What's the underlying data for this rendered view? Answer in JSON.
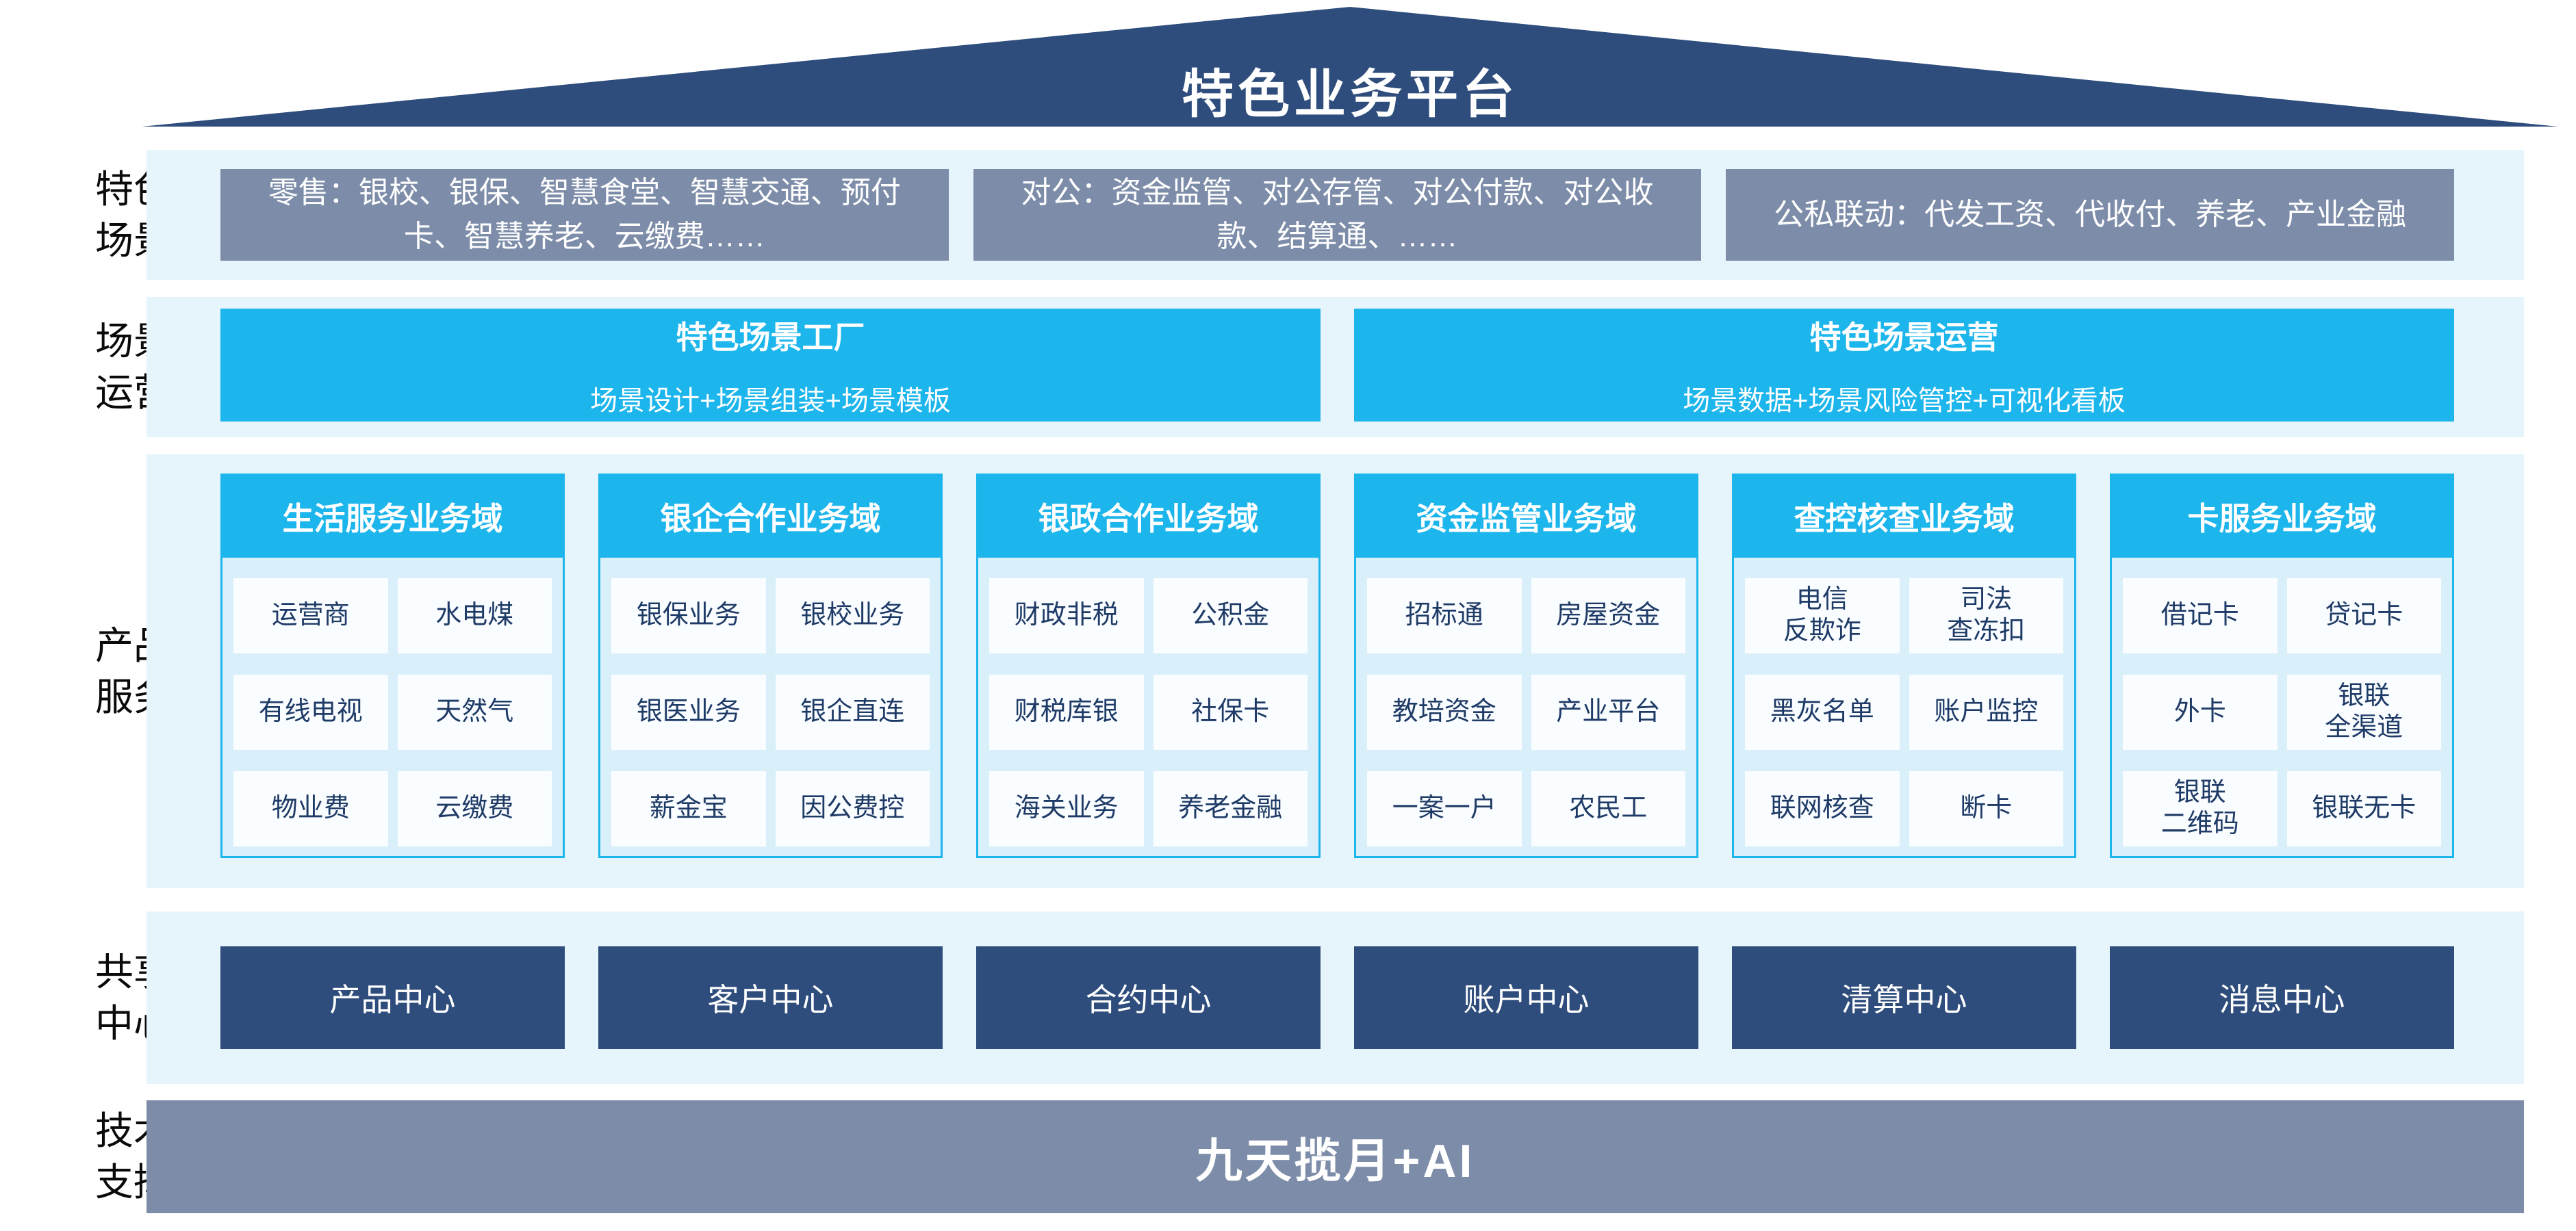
{
  "roof": {
    "title": "特色业务平台"
  },
  "scene_row": {
    "label": "特色\n场景",
    "boxes": [
      "零售：银校、银保、智慧食堂、智慧交通、预付卡、智慧养老、云缴费……",
      "对公：资金监管、对公存管、对公付款、对公收款、结算通、……",
      "公私联动：代发工资、代收付、养老、产业金融"
    ]
  },
  "operation_row": {
    "label": "场景\n运营",
    "boxes": [
      {
        "title": "特色场景工厂",
        "subtitle": "场景设计+场景组装+场景模板"
      },
      {
        "title": "特色场景运营",
        "subtitle": "场景数据+场景风险管控+可视化看板"
      }
    ]
  },
  "product_row": {
    "label": "产品\n服务",
    "domains": [
      {
        "title": "生活服务业务域",
        "items": [
          "运营商",
          "水电煤",
          "有线电视",
          "天然气",
          "物业费",
          "云缴费"
        ]
      },
      {
        "title": "银企合作业务域",
        "items": [
          "银保业务",
          "银校业务",
          "银医业务",
          "银企直连",
          "薪金宝",
          "因公费控"
        ]
      },
      {
        "title": "银政合作业务域",
        "items": [
          "财政非税",
          "公积金",
          "财税库银",
          "社保卡",
          "海关业务",
          "养老金融"
        ]
      },
      {
        "title": "资金监管业务域",
        "items": [
          "招标通",
          "房屋资金",
          "教培资金",
          "产业平台",
          "一案一户",
          "农民工"
        ]
      },
      {
        "title": "查控核查业务域",
        "items": [
          "电信\n反欺诈",
          "司法\n查冻扣",
          "黑灰名单",
          "账户监控",
          "联网核查",
          "断卡"
        ]
      },
      {
        "title": "卡服务业务域",
        "items": [
          "借记卡",
          "贷记卡",
          "外卡",
          "银联\n全渠道",
          "银联\n二维码",
          "银联无卡"
        ]
      }
    ]
  },
  "share_row": {
    "label": "共享\n中心",
    "centers": [
      "产品中心",
      "客户中心",
      "合约中心",
      "账户中心",
      "清算中心",
      "消息中心"
    ]
  },
  "tech_row": {
    "label": "技术\n支撑",
    "bar": "九天揽月+AI"
  },
  "colors": {
    "roof_navy": "#2E4D7C",
    "slate": "#7D8DA9",
    "cyan": "#1CB5EC",
    "band_bg": "#E6F5FB",
    "domain_bg": "#D9F0FA",
    "cell_bg": "#FAFDFF",
    "cell_text": "#1E3A66",
    "label_text": "#0A0A0A"
  }
}
